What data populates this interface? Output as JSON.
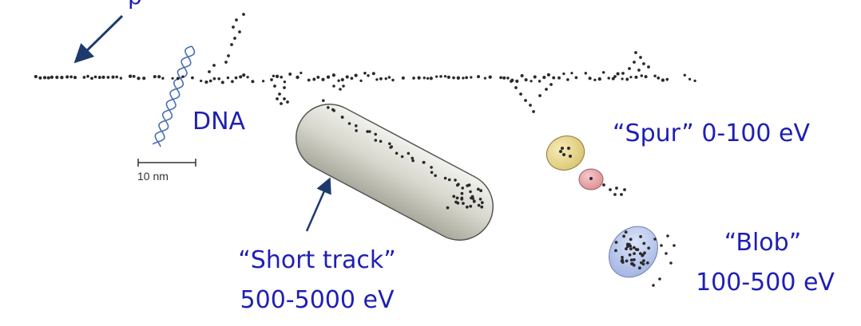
{
  "labels": {
    "top_cut": "p",
    "dna": "DNA",
    "short_track_line1": "“Short track”",
    "short_track_line2": "500-5000 eV",
    "spur": "“Spur” 0-100 eV",
    "blob_line1": "“Blob”",
    "blob_line2": "100-500 eV"
  },
  "scale_bar": {
    "text": "10 nm"
  },
  "colors": {
    "label_blue": "#1f1fb3",
    "arrow_navy": "#1c3a6e",
    "dots": "#2a2a2a",
    "dna_helix": "#4a6fb3",
    "short_track_fill": "#d8d8cf",
    "spur_fill": "#e8d68e",
    "spur_small_fill": "#eba8ad",
    "blob_fill": "#b8c6ec"
  }
}
